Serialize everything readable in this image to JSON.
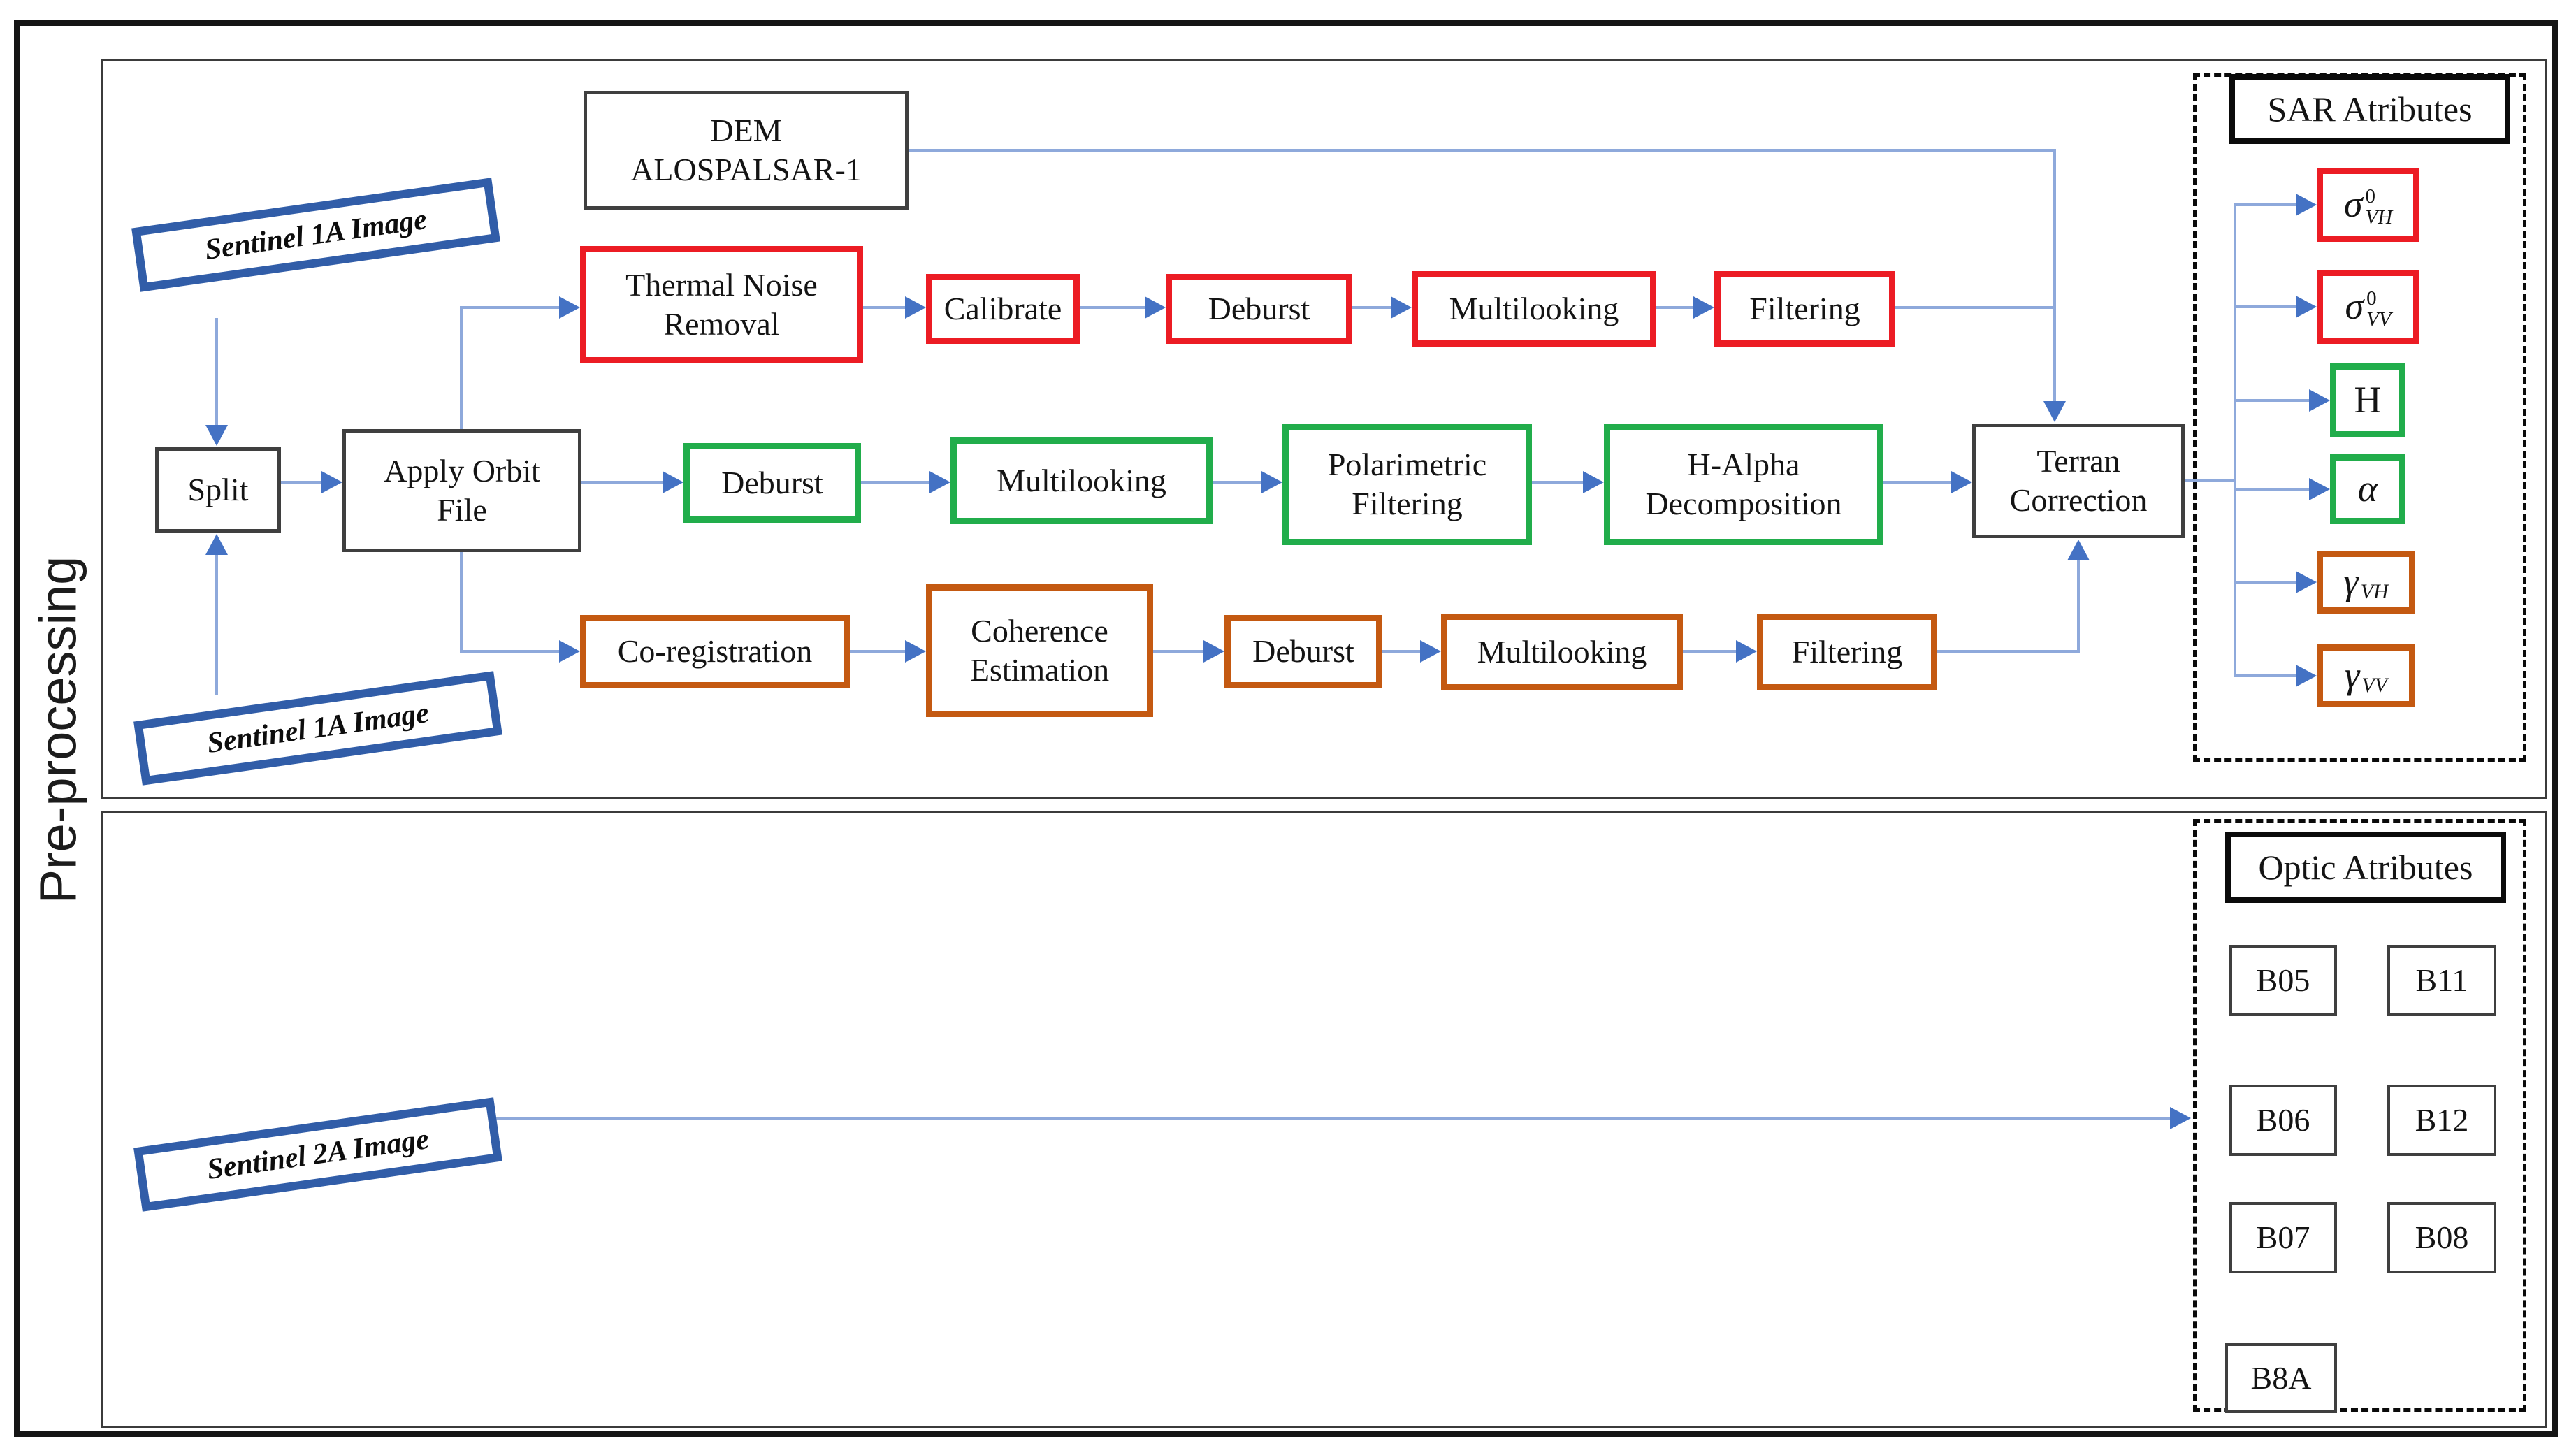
{
  "figure": {
    "side_label": "Pre-processing"
  },
  "sar_panel": {
    "input_top": "Sentinel 1A Image",
    "input_bottom": "Sentinel 1A Image",
    "dem": {
      "line1": "DEM",
      "line2": "ALOSPALSAR-1"
    },
    "split": "Split",
    "apply_orbit": {
      "line1": "Apply Orbit",
      "line2": "File"
    },
    "red_chain": [
      {
        "line1": "Thermal Noise",
        "line2": "Removal"
      },
      {
        "line1": "Calibrate"
      },
      {
        "line1": "Deburst"
      },
      {
        "line1": "Multilooking"
      },
      {
        "line1": "Filtering"
      }
    ],
    "green_chain": [
      {
        "line1": "Deburst"
      },
      {
        "line1": "Multilooking"
      },
      {
        "line1": "Polarimetric",
        "line2": "Filtering"
      },
      {
        "line1": "H-Alpha",
        "line2": "Decomposition"
      }
    ],
    "orange_chain": [
      {
        "line1": "Co-registration"
      },
      {
        "line1": "Coherence",
        "line2": "Estimation"
      },
      {
        "line1": "Deburst"
      },
      {
        "line1": "Multilooking"
      },
      {
        "line1": "Filtering"
      }
    ],
    "terrain_correction": {
      "line1": "Terran",
      "line2": "Correction"
    },
    "attributes_title": "SAR Atributes",
    "attributes": [
      {
        "base": "σ",
        "sup": "0",
        "sub": "VH"
      },
      {
        "base": "σ",
        "sup": "0",
        "sub": "VV"
      },
      {
        "base": "H"
      },
      {
        "base": "α"
      },
      {
        "base": "γ",
        "sub": "VH"
      },
      {
        "base": "γ",
        "sub": "VV"
      }
    ]
  },
  "optic_panel": {
    "input": "Sentinel 2A Image",
    "attributes_title": "Optic Atributes",
    "bands": [
      "B05",
      "B11",
      "B06",
      "B12",
      "B07",
      "B08",
      "B8A"
    ]
  },
  "colors": {
    "sar_red": "#ec1c24",
    "sar_green": "#21ad4b",
    "sar_orange": "#c45911",
    "input_blue": "#315da8",
    "connector_line": "#8ea9db",
    "connector_arrow": "#4472c4"
  }
}
